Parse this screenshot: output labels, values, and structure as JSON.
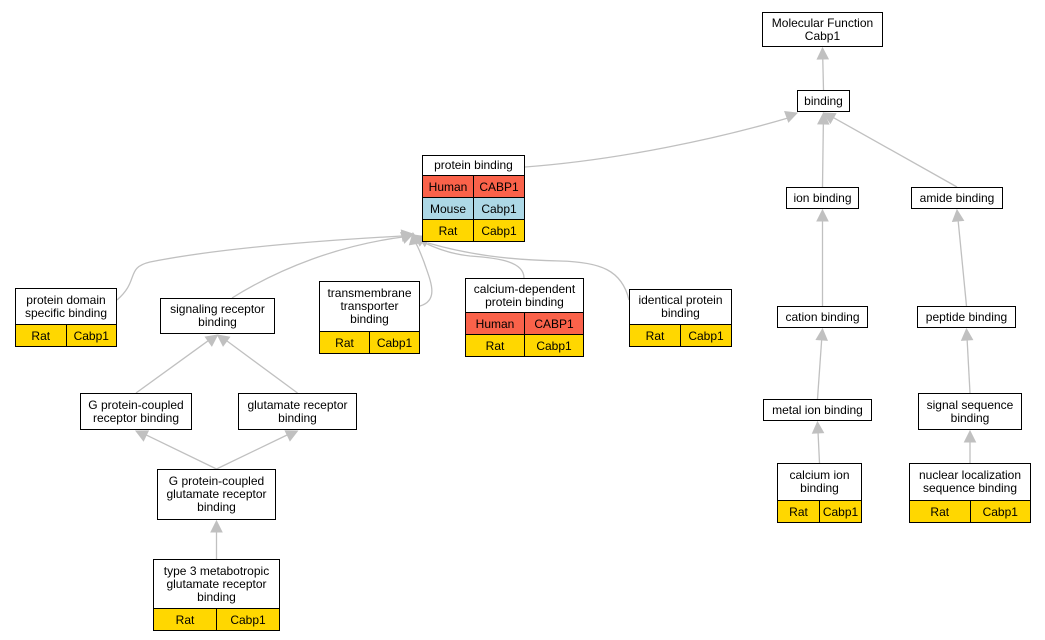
{
  "colors": {
    "human": "#fa624a",
    "mouse": "#add8e6",
    "rat": "#ffd700",
    "edge": "#c0c0c0"
  },
  "nodes": {
    "mf": {
      "label": "Molecular Function\nCabp1",
      "genes": []
    },
    "binding": {
      "label": "binding",
      "genes": []
    },
    "protein_binding": {
      "label": "protein binding",
      "genes": [
        {
          "species": "Human",
          "gene": "CABP1"
        },
        {
          "species": "Mouse",
          "gene": "Cabp1"
        },
        {
          "species": "Rat",
          "gene": "Cabp1"
        }
      ]
    },
    "ion_binding": {
      "label": "ion binding",
      "genes": []
    },
    "amide_binding": {
      "label": "amide binding",
      "genes": []
    },
    "protein_domain": {
      "label": "protein domain\nspecific binding",
      "genes": [
        {
          "species": "Rat",
          "gene": "Cabp1"
        }
      ]
    },
    "signaling_receptor": {
      "label": "signaling receptor\nbinding",
      "genes": []
    },
    "transmembrane": {
      "label": "transmembrane\ntransporter\nbinding",
      "genes": [
        {
          "species": "Rat",
          "gene": "Cabp1"
        }
      ]
    },
    "calcium_dependent": {
      "label": "calcium-dependent\nprotein binding",
      "genes": [
        {
          "species": "Human",
          "gene": "CABP1"
        },
        {
          "species": "Rat",
          "gene": "Cabp1"
        }
      ]
    },
    "identical": {
      "label": "identical protein\nbinding",
      "genes": [
        {
          "species": "Rat",
          "gene": "Cabp1"
        }
      ]
    },
    "cation": {
      "label": "cation binding",
      "genes": []
    },
    "peptide": {
      "label": "peptide binding",
      "genes": []
    },
    "gpcr": {
      "label": "G protein-coupled\nreceptor binding",
      "genes": []
    },
    "glutamate": {
      "label": "glutamate receptor\nbinding",
      "genes": []
    },
    "metal_ion": {
      "label": "metal ion binding",
      "genes": []
    },
    "signal_sequence": {
      "label": "signal sequence\nbinding",
      "genes": []
    },
    "gpc_glutamate": {
      "label": "G protein-coupled\nglutamate receptor\nbinding",
      "genes": []
    },
    "calcium_ion": {
      "label": "calcium ion\nbinding",
      "genes": [
        {
          "species": "Rat",
          "gene": "Cabp1"
        }
      ]
    },
    "nuclear": {
      "label": "nuclear localization\nsequence binding",
      "genes": [
        {
          "species": "Rat",
          "gene": "Cabp1"
        }
      ]
    },
    "type3": {
      "label": "type 3 metabotropic\nglutamate receptor\nbinding",
      "genes": [
        {
          "species": "Rat",
          "gene": "Cabp1"
        }
      ]
    }
  },
  "edges": [
    [
      "binding",
      "mf"
    ],
    [
      "protein_binding",
      "binding"
    ],
    [
      "ion_binding",
      "binding"
    ],
    [
      "amide_binding",
      "binding"
    ],
    [
      "protein_domain",
      "protein_binding"
    ],
    [
      "signaling_receptor",
      "protein_binding"
    ],
    [
      "transmembrane",
      "protein_binding"
    ],
    [
      "calcium_dependent",
      "protein_binding"
    ],
    [
      "identical",
      "protein_binding"
    ],
    [
      "cation",
      "ion_binding"
    ],
    [
      "peptide",
      "amide_binding"
    ],
    [
      "gpcr",
      "signaling_receptor"
    ],
    [
      "glutamate",
      "signaling_receptor"
    ],
    [
      "metal_ion",
      "cation"
    ],
    [
      "signal_sequence",
      "peptide"
    ],
    [
      "gpc_glutamate",
      "gpcr"
    ],
    [
      "gpc_glutamate",
      "glutamate"
    ],
    [
      "calcium_ion",
      "metal_ion"
    ],
    [
      "nuclear",
      "signal_sequence"
    ],
    [
      "type3",
      "gpc_glutamate"
    ]
  ]
}
